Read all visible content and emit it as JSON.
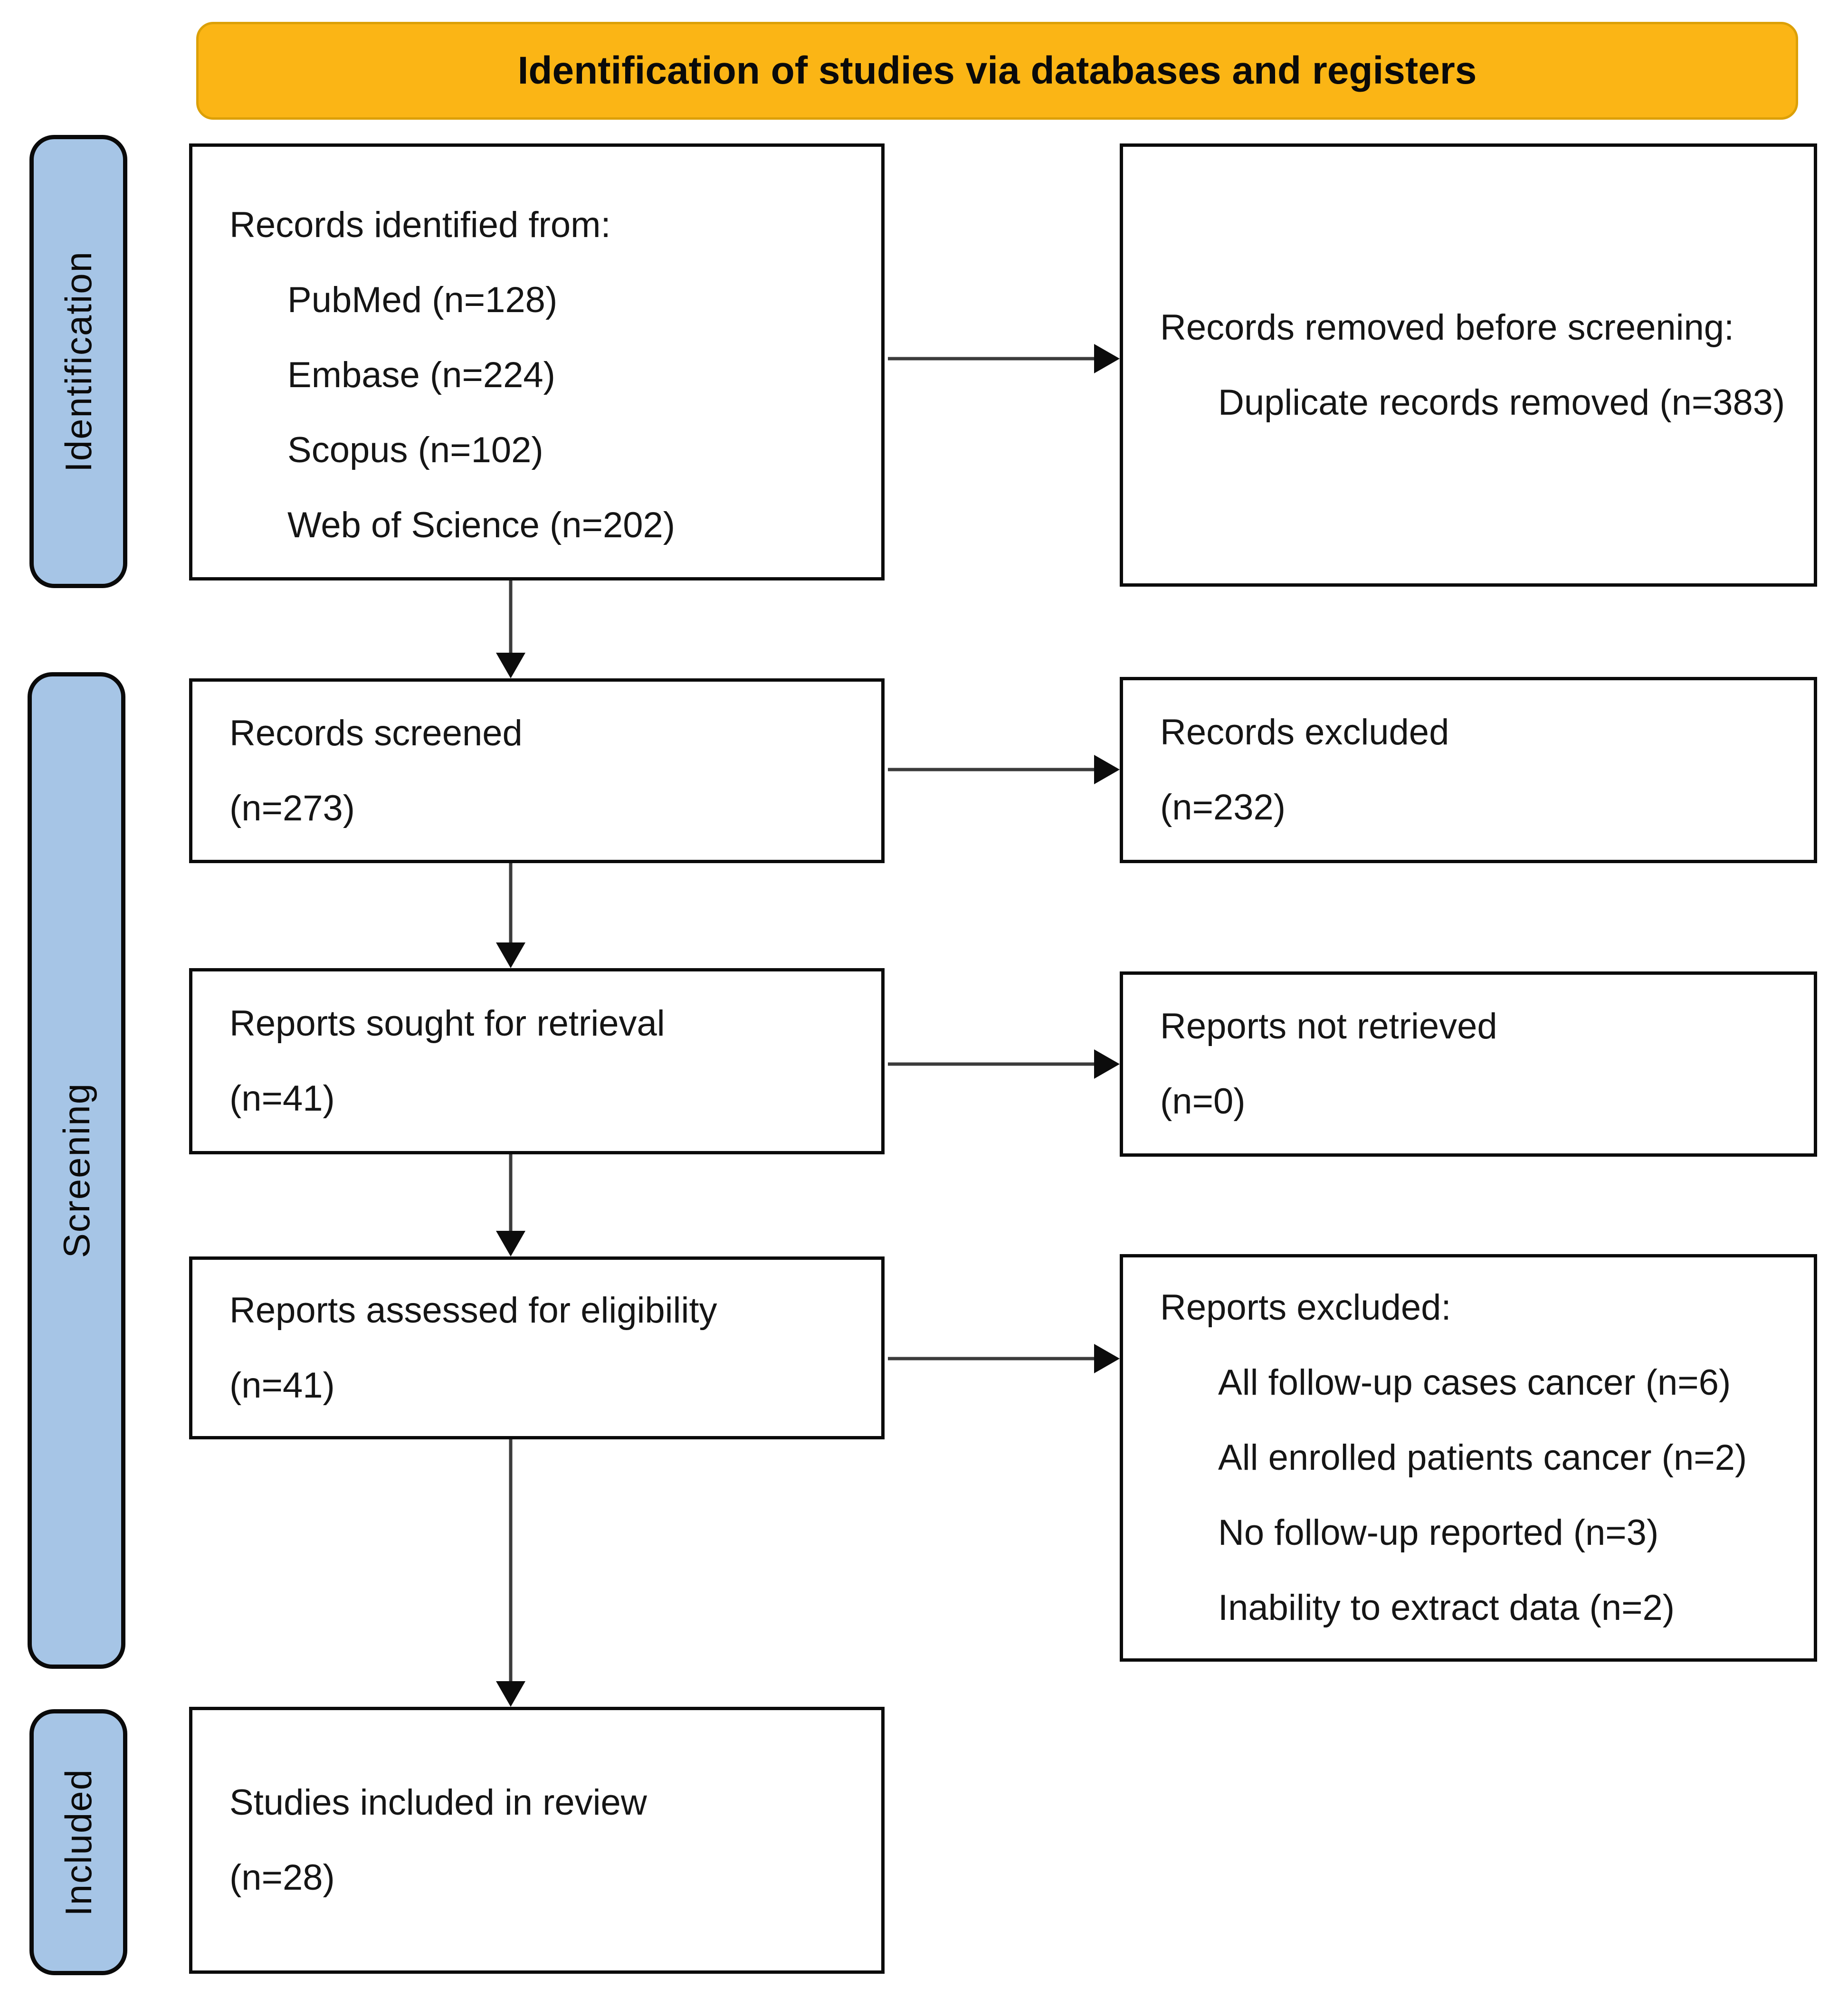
{
  "banner": {
    "title": "Identification of studies via databases and registers"
  },
  "stages": {
    "identification": "Identification",
    "screening": "Screening",
    "included": "Included"
  },
  "boxes": {
    "identified": {
      "lines": [
        "Records identified from:",
        "PubMed (n=128)",
        "Embase (n=224)",
        "Scopus (n=102)",
        "Web of Science (n=202)"
      ]
    },
    "removed_before_screening": {
      "lines": [
        "Records removed before screening:",
        "Duplicate records removed (n=383)"
      ]
    },
    "screened": {
      "lines": [
        "Records screened",
        "(n=273)"
      ]
    },
    "records_excluded": {
      "lines": [
        "Records excluded",
        "(n=232)"
      ]
    },
    "sought": {
      "lines": [
        "Reports sought for retrieval",
        "(n=41)"
      ]
    },
    "not_retrieved": {
      "lines": [
        "Reports not retrieved",
        "(n=0)"
      ]
    },
    "assessed": {
      "lines": [
        "Reports assessed for eligibility",
        "(n=41)"
      ]
    },
    "reports_excluded": {
      "lines": [
        "Reports excluded:",
        "All follow-up cases cancer (n=6)",
        "All enrolled patients cancer (n=2)",
        "No follow-up reported (n=3)",
        "Inability to extract data (n=2)"
      ]
    },
    "included_studies": {
      "lines": [
        "Studies included in review",
        "(n=28)"
      ]
    }
  },
  "colors": {
    "banner_fill": "#FBB515",
    "banner_border": "#DCA007",
    "stage_fill": "#A6C5E6",
    "box_border": "#0B0B0B",
    "arrow": "#3C3C3C",
    "text": "#151515"
  }
}
